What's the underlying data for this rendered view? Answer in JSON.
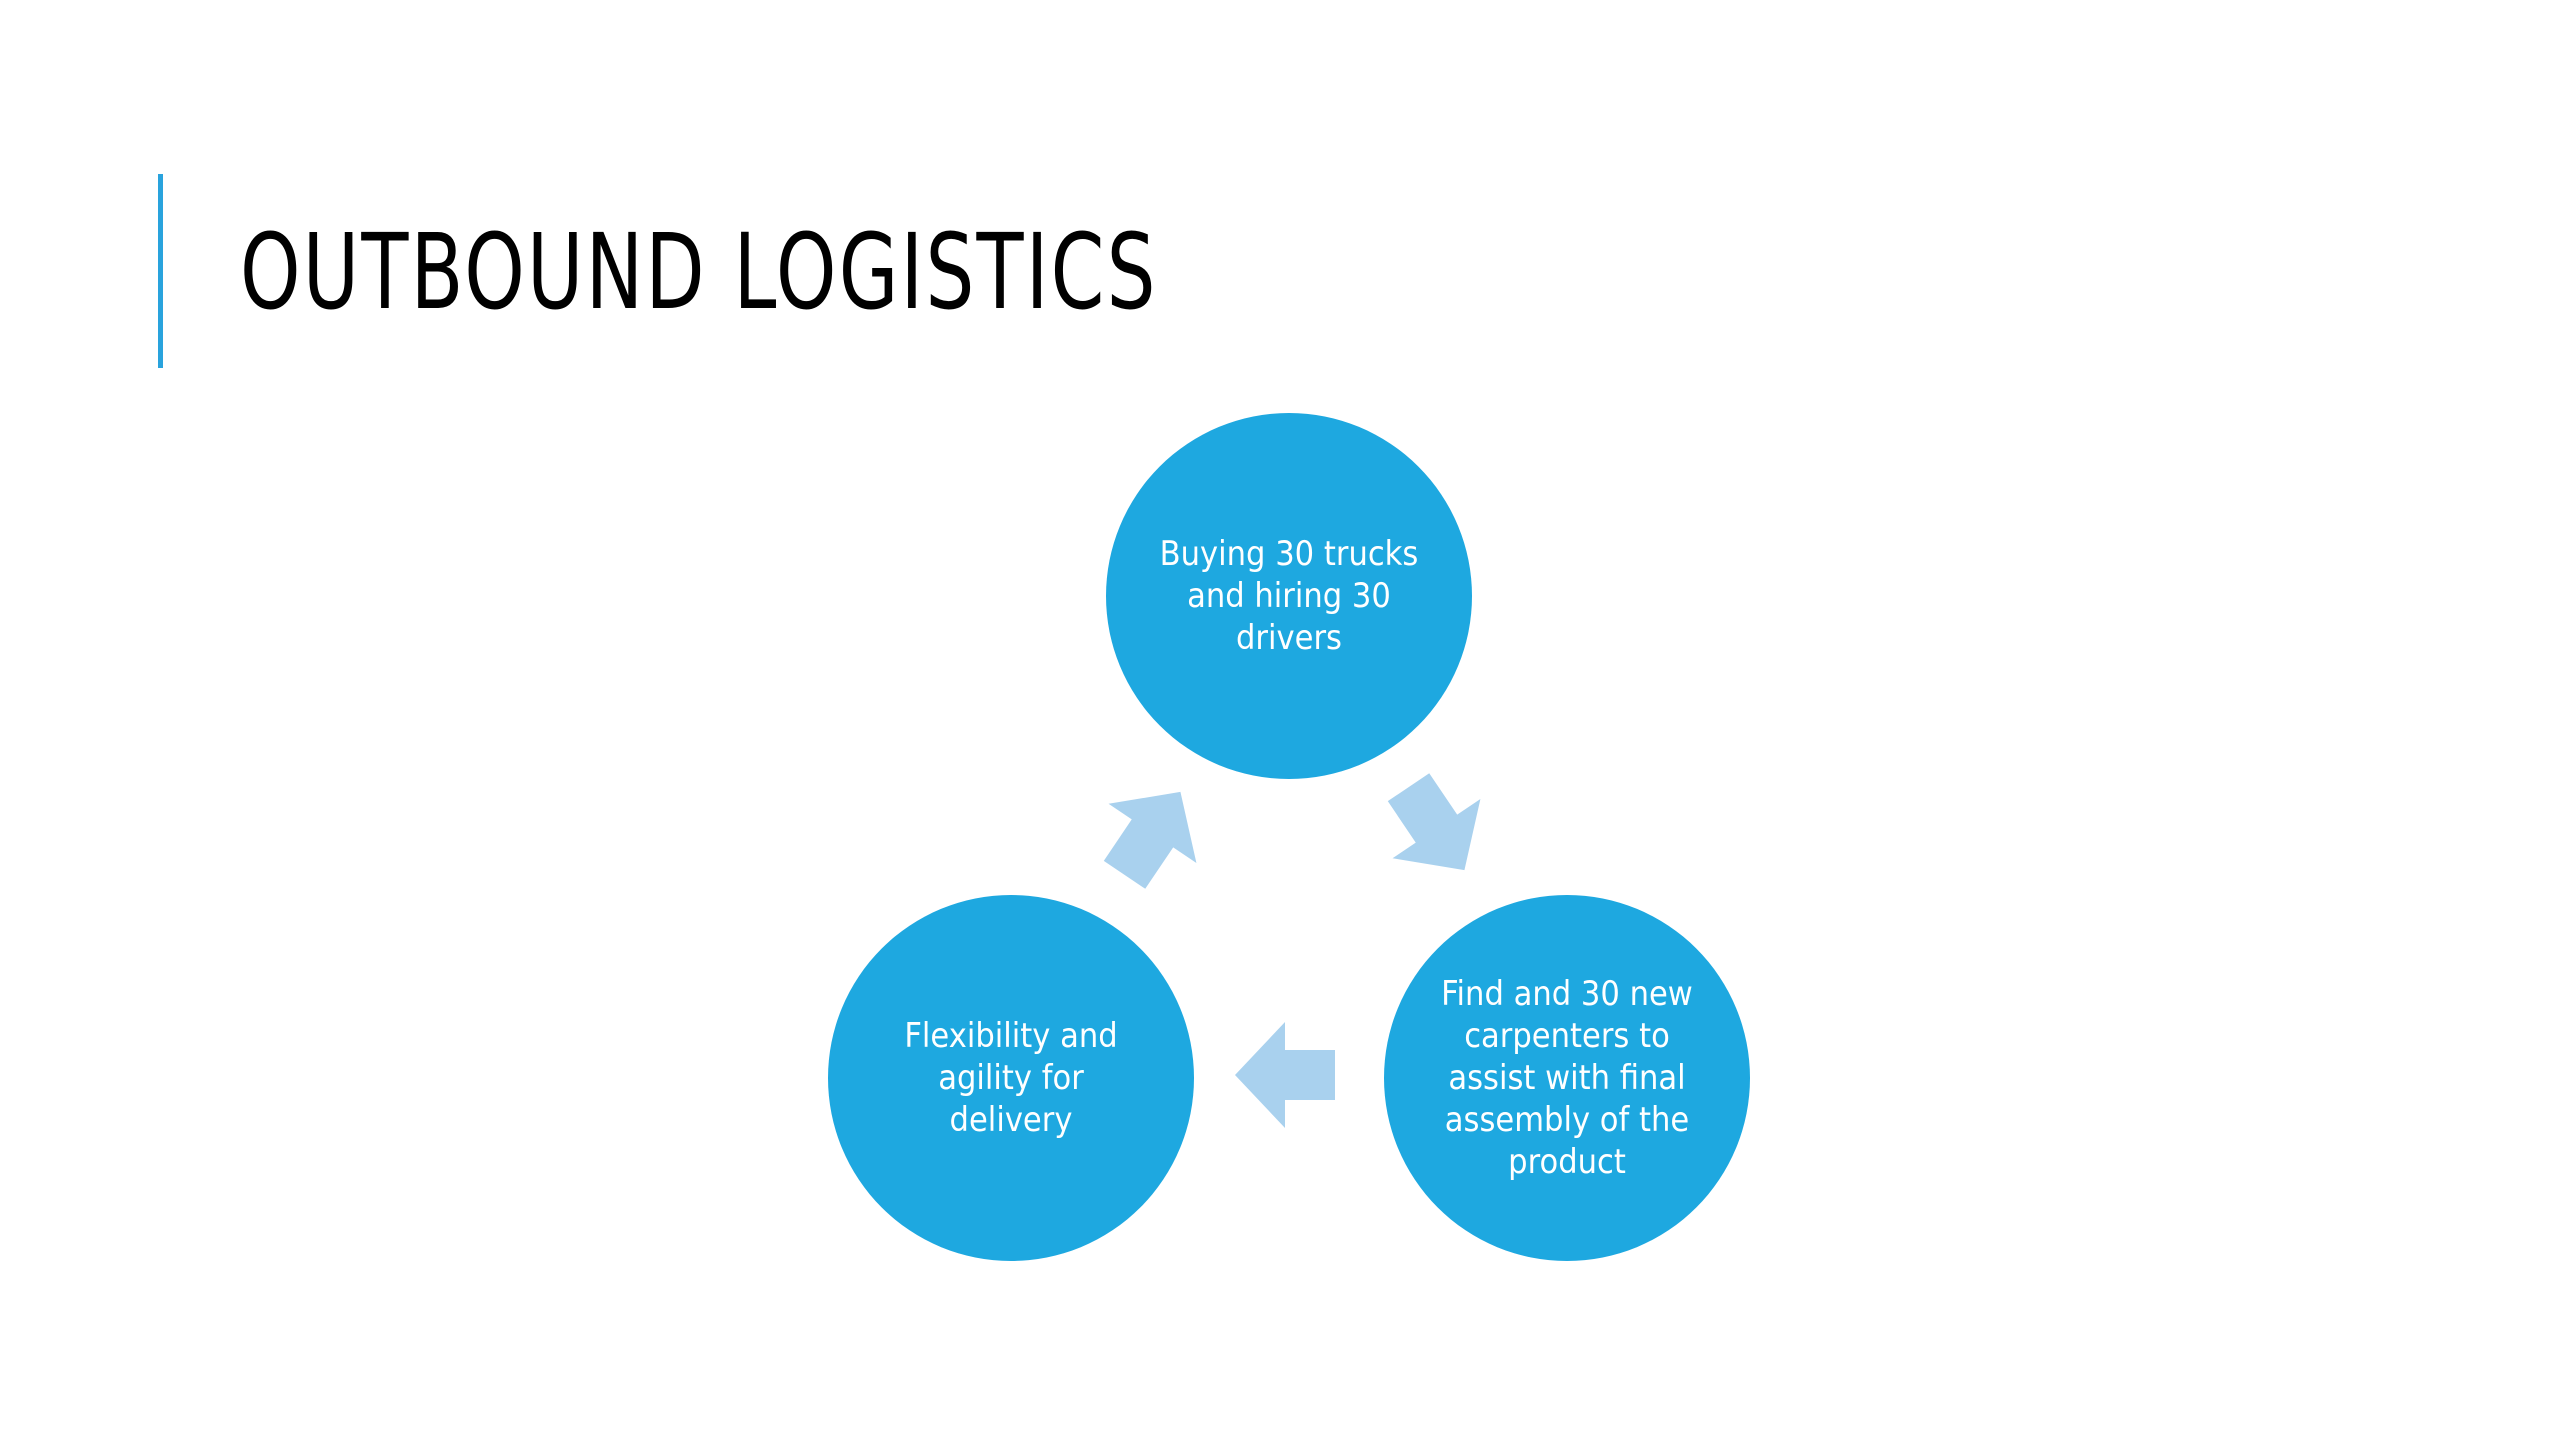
{
  "slide": {
    "title": "OUTBOUND LOGISTICS"
  },
  "diagram": {
    "nodes": [
      {
        "label": "Buying 30 trucks and hiring 30 drivers"
      },
      {
        "label": "Find and 30 new carpenters to assist with final assembly of the product"
      },
      {
        "label": "Flexibility and agility for delivery"
      }
    ]
  },
  "colors": {
    "accent": "#29a3dd",
    "node_fill": "#1ea8e0",
    "arrow_fill": "#a9d1ee",
    "node_text": "#ffffff",
    "title_text": "#000000"
  }
}
